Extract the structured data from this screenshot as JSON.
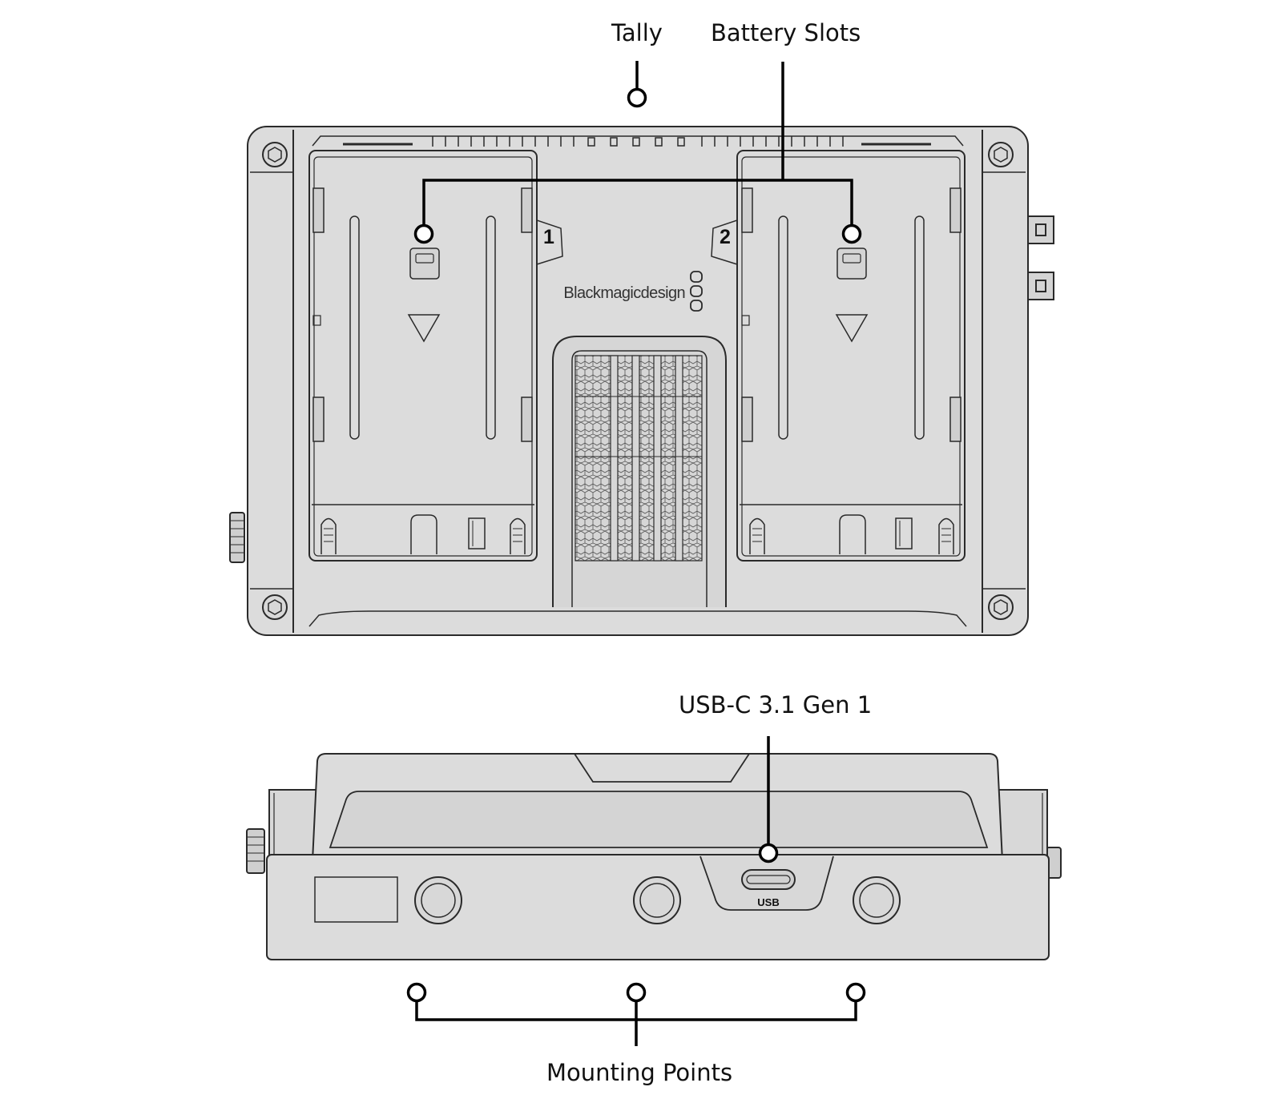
{
  "callouts": {
    "tally": "Tally",
    "battery_slots": "Battery Slots",
    "usb": "USB-C 3.1 Gen 1",
    "mounting_points": "Mounting Points"
  },
  "device": {
    "brand": "Blackmagicdesign",
    "slot_1": "1",
    "slot_2": "2",
    "usb_port_label": "USB"
  },
  "colors": {
    "body_fill": "#dcdcdc",
    "body_stroke": "#2a2a2a",
    "callout_line": "#000000"
  }
}
